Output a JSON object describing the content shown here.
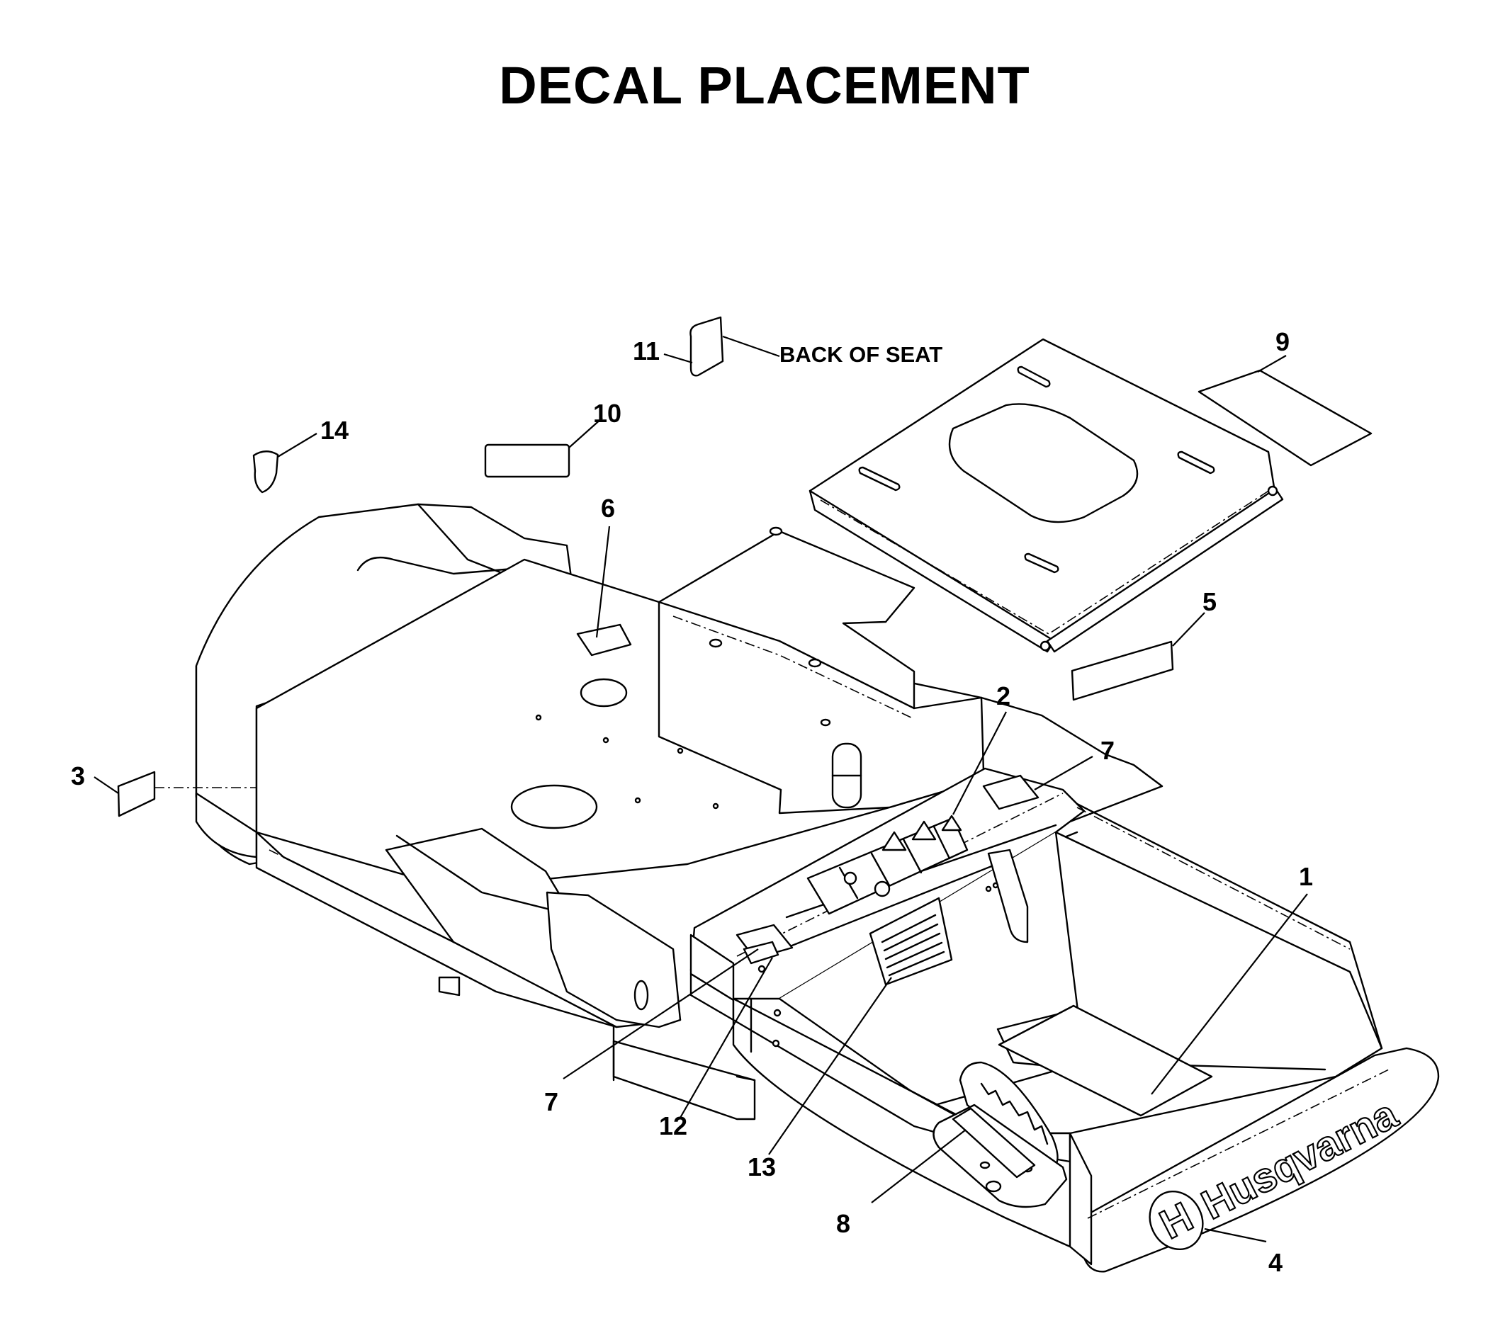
{
  "title": "DECAL PLACEMENT",
  "note": "BACK OF SEAT",
  "callouts": {
    "c1": "1",
    "c2": "2",
    "c3": "3",
    "c4": "4",
    "c5": "5",
    "c6": "6",
    "c7a": "7",
    "c7b": "7",
    "c8": "8",
    "c9": "9",
    "c10": "10",
    "c11": "11",
    "c12": "12",
    "c13": "13",
    "c14": "14"
  },
  "brand_decal": "Husqvarna",
  "colors": {
    "ink": "#000000",
    "paper": "#ffffff"
  }
}
